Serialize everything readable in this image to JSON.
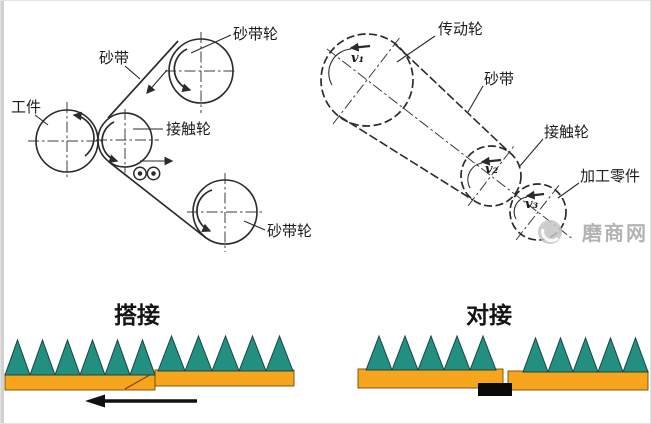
{
  "colors": {
    "grain_teal": "#238f80",
    "belt_orange": "#f6a51c",
    "line_dark": "#2b2b2b",
    "watermark_gray": "#b3b3b3"
  },
  "left_diagram": {
    "workpiece_label": "工件",
    "belt_label": "砂带",
    "top_belt_wheel_label": "砂带轮",
    "contact_wheel_label": "接触轮",
    "bottom_belt_wheel_label": "砂带轮"
  },
  "right_diagram": {
    "drive_wheel_label": "传动轮",
    "belt_label": "砂带",
    "contact_wheel_label": "接触轮",
    "workpiece_label": "加工零件",
    "v1_label": "v₁",
    "v2_label": "v₂",
    "v3_label": "v₃"
  },
  "joint_sections": {
    "lap_joint_title": "搭接",
    "butt_joint_title": "对接"
  },
  "watermark": {
    "site_name": "磨商网"
  }
}
